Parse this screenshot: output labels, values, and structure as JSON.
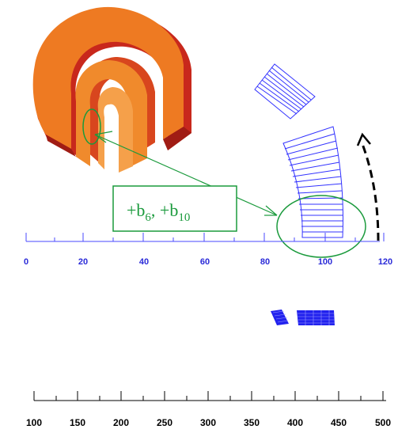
{
  "callout": {
    "prefix1": "+b",
    "sub1": "6",
    "sep": ", +b",
    "sub2": "10"
  },
  "colors": {
    "accent": "#1a9a3c",
    "coil": "#3333ff",
    "coil_dark": "#1111cc",
    "scale": "#4a4aff",
    "scale_labels_top": "#2a2ad8",
    "magnet_orange": "#ee7a22",
    "magnet_red": "#c8281c",
    "arrow": "#000000"
  },
  "scale_top": {
    "labels": [
      "0",
      "20",
      "40",
      "60",
      "80",
      "100",
      "120"
    ]
  },
  "scale_bottom": {
    "labels": [
      "100",
      "150",
      "200",
      "250",
      "300",
      "350",
      "400",
      "450",
      "500"
    ]
  },
  "icons": {
    "magnet": "magnet-3d-illustration",
    "arrow": "curved-arrow-icon"
  }
}
